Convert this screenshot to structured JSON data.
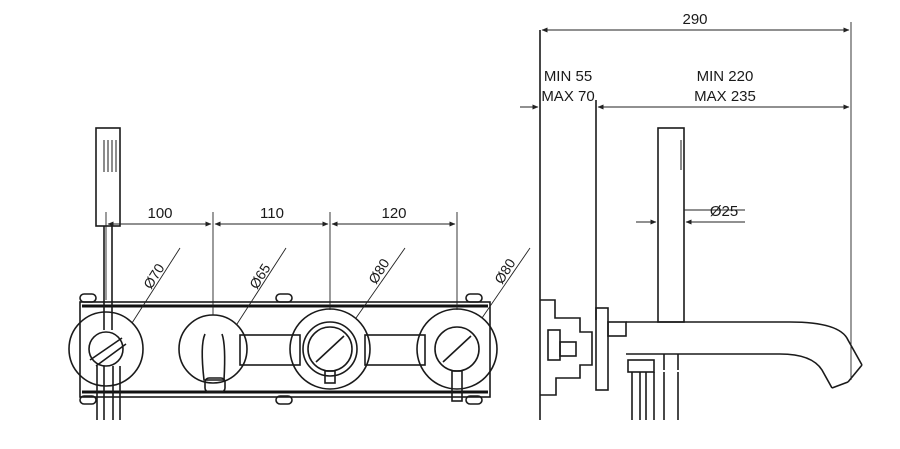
{
  "front_view": {
    "spacing_1": "100",
    "spacing_2": "110",
    "spacing_3": "120",
    "diameter_1": "Ø70",
    "diameter_2": "Ø65",
    "diameter_3": "Ø80",
    "diameter_4": "Ø80"
  },
  "side_view": {
    "total_length": "290",
    "min_1": "MIN 55",
    "max_1": "MAX 70",
    "min_2": "MIN 220",
    "max_2": "MAX 235",
    "diameter_handshower": "Ø25"
  }
}
